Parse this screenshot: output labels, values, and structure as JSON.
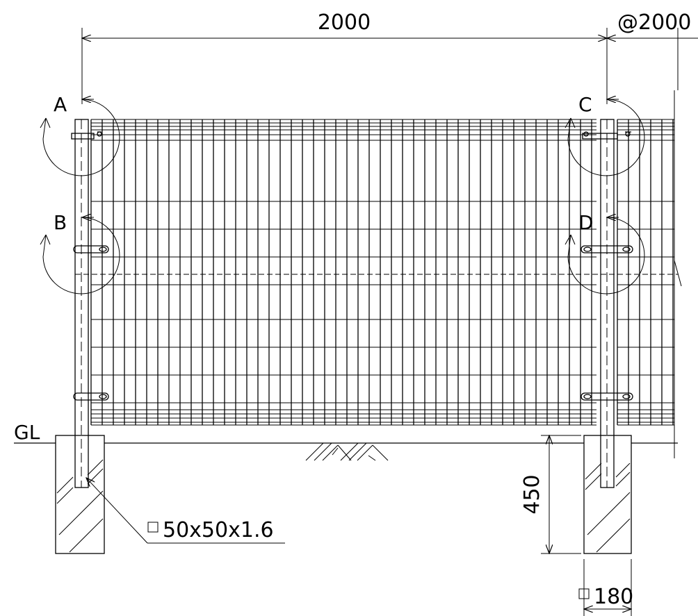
{
  "dimensions": {
    "span": "2000",
    "pitch": "@2000",
    "embed_depth": "450",
    "footing_width": "180"
  },
  "labels": {
    "ground_level": "GL",
    "post_spec": "50x50x1.6",
    "section_marks": [
      "A",
      "B",
      "C",
      "D"
    ]
  },
  "colors": {
    "line": "#000000",
    "background": "#ffffff"
  }
}
